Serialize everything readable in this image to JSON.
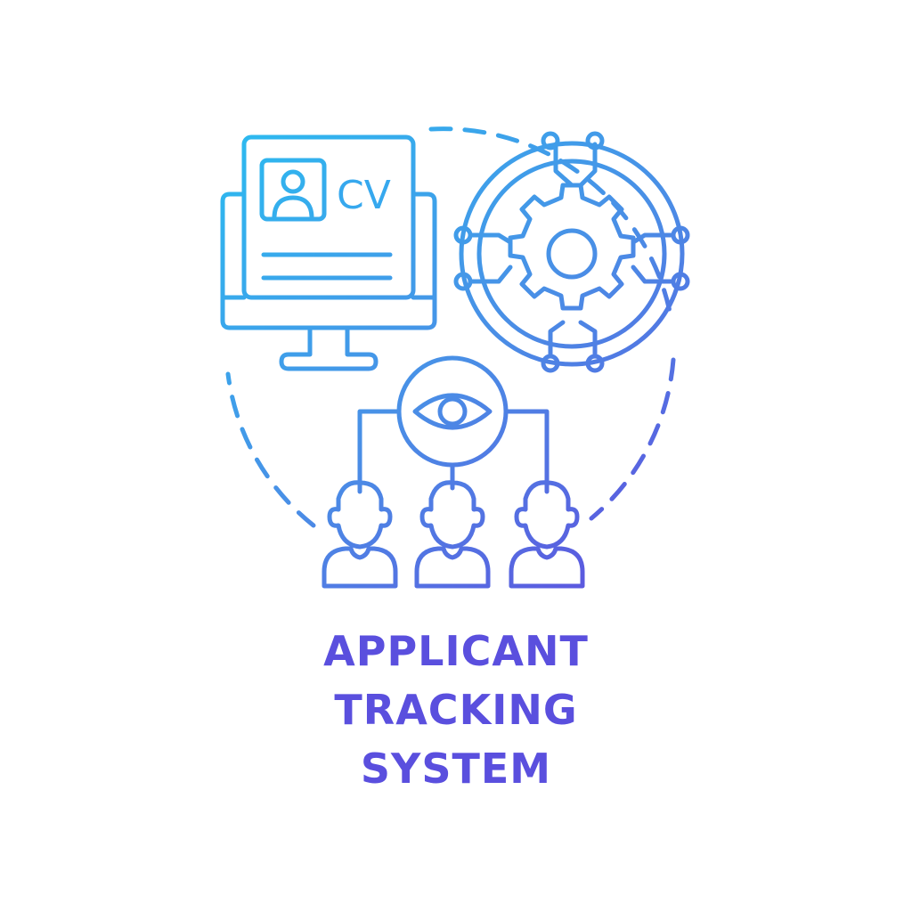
{
  "caption": {
    "lines": [
      "APPLICANT",
      "TRACKING",
      "SYSTEM"
    ]
  },
  "monitor": {
    "cv_label": "CV"
  },
  "colors": {
    "gradient_start": "#2bbcf0",
    "gradient_mid": "#4a8ee6",
    "gradient_end": "#5e52de",
    "text": "#5a4fde"
  },
  "icons": [
    "computer-monitor-icon",
    "user-profile-icon",
    "gear-icon",
    "eye-icon",
    "person-icon"
  ]
}
